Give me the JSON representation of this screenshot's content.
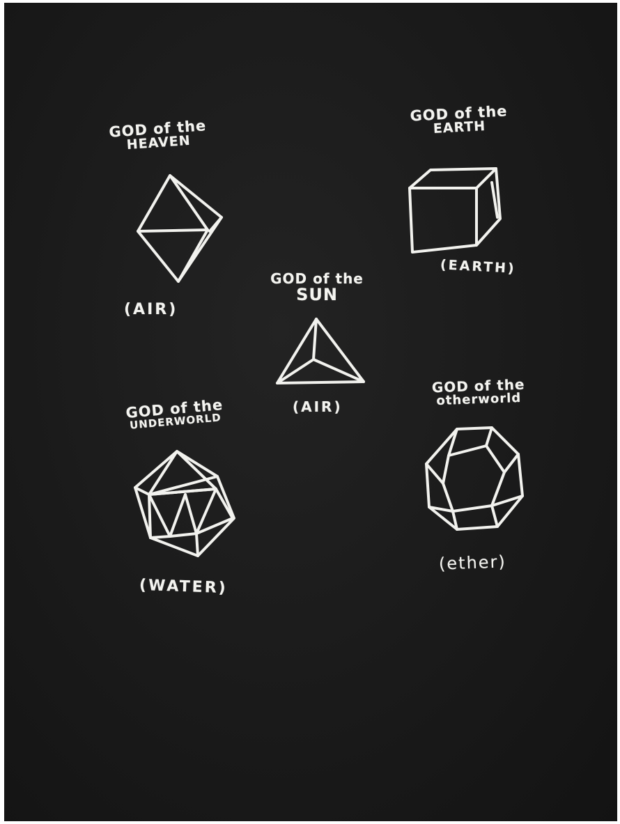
{
  "drawing": {
    "ink_color": "#f2f2ee",
    "paper_color": "#1b1b1b",
    "solids": [
      {
        "id": "octahedron",
        "caption_line1": "GOD of the",
        "caption_line2": "HEAVEN",
        "element": "(AIR)"
      },
      {
        "id": "cube",
        "caption_line1": "GOD of the",
        "caption_line2": "EARTH",
        "element": "(EARTH)"
      },
      {
        "id": "tetrahedron",
        "caption_line1": "GOD of the",
        "caption_line2": "SUN",
        "element": "(AIR)"
      },
      {
        "id": "icosahedron",
        "caption_line1": "GOD of the",
        "caption_line2": "UNDERWORLD",
        "element": "(WATER)"
      },
      {
        "id": "dodecahedron",
        "caption_line1": "GOD of the",
        "caption_line2": "otherworld",
        "element": "(ether)"
      }
    ]
  }
}
